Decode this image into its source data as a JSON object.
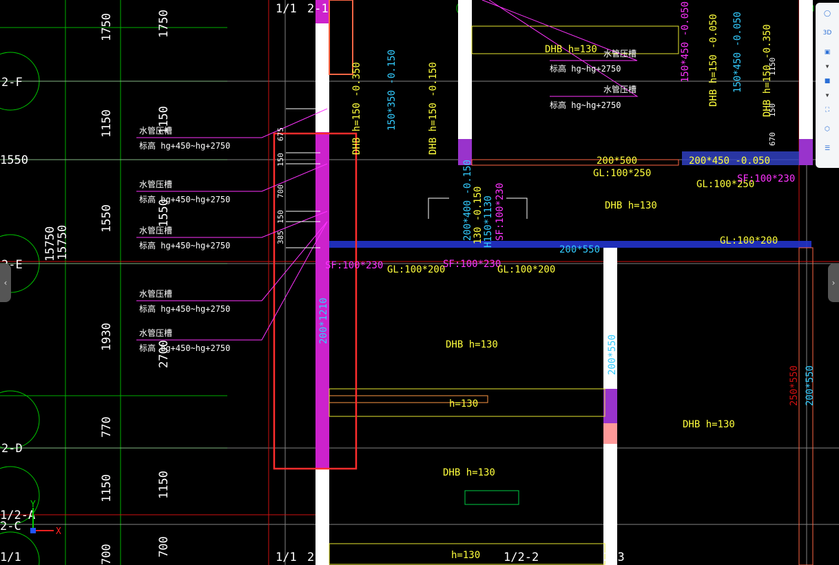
{
  "colors": {
    "bg": "#000000",
    "grid": "#00c800",
    "axis": "#ffffff",
    "yellow": "#ffff3c",
    "magenta": "#ff33ff",
    "cyan": "#33ccff",
    "red": "#ff2020",
    "orange": "#ff8844",
    "selection": "#ff2d2d"
  },
  "left_dims": [
    "1750",
    "1150",
    "1550",
    "1930",
    "770",
    "1150",
    "700"
  ],
  "left_dims2": [
    "1750",
    "1150",
    "1550",
    "2700",
    "1150",
    "700"
  ],
  "total_dims": [
    "15750",
    "15750"
  ],
  "axis_labels": {
    "a2f": "2-F",
    "a1550": "1550",
    "a2e": "2-E",
    "a2d": "2-D",
    "a12a": "1/2-A",
    "a2c": "2-C",
    "a1": "1/1"
  },
  "top_axes": [
    "1/1",
    "2-1"
  ],
  "bottom_axes": [
    "1/1",
    "2-1",
    "1/2-2",
    "2-3"
  ],
  "annotations": [
    {
      "title": "水管压槽",
      "elev": "标高  hg+450~hg+2750"
    },
    {
      "title": "水管压槽",
      "elev": "标高  hg+450~hg+2750"
    },
    {
      "title": "水管压槽",
      "elev": "标高  hg+450~hg+2750"
    },
    {
      "title": "水管压槽",
      "elev": "标高  hg+450~hg+2750"
    },
    {
      "title": "水管压槽",
      "elev": "标高  hg+450~hg+2750"
    }
  ],
  "top_annotations": [
    {
      "title": "水管压槽",
      "elev": "标高  hg~hg+2750"
    },
    {
      "title": "水管压槽",
      "elev": "标高  hg~hg+2750"
    }
  ],
  "small_dims": [
    "675",
    "150",
    "700",
    "150",
    "385"
  ],
  "labels": {
    "dhb150a": "DHB h=150  -0.350",
    "beam150350": "150*350 -0.150",
    "dhb150b": "DHB h=150  -0.150",
    "dhb130a": "DHB h=130",
    "b200500": "200*500",
    "gl100250a": "GL:100*250",
    "b200450": "200*450  -0.050",
    "gl100250b": "GL:100*250",
    "sf100230a": "SF:100*230",
    "dhb130b": "DHB h=130",
    "gl100200a": "GL:100*200",
    "b200400": "200*400  -0.150",
    "b130": "130  -0.150",
    "b1130": "H150*1130",
    "sf100230b": "SF:100*230",
    "b200550a": "200*550",
    "sf100230c": "SF:100*230",
    "gl100200b": "GL:100*200",
    "sf100230d": "SF:100*230",
    "gl100200c": "GL:100*200",
    "col1210": "200*1210",
    "dhb130c": "DHB h=130",
    "b200550b": "200*550",
    "b250550": "250*550",
    "b200550c": "200*550",
    "dhb130d": "DHB h=130",
    "h130a": "h=130",
    "dhb130e": "DHB h=130",
    "h130b": "h=130",
    "v150450": "150*450 -0.050",
    "v150450b": "150*450 -0.050",
    "dhb150c": "DHB h=150  -0.050",
    "dhb150d": "DHB h=150  -0.350",
    "dim1150": "1150",
    "dim670": "670",
    "dim150": "150"
  },
  "ucs": {
    "x": "X",
    "y": "Y"
  },
  "toolbar": {
    "view3d": "3D"
  },
  "nav": {
    "prev": "‹",
    "next": "›"
  }
}
